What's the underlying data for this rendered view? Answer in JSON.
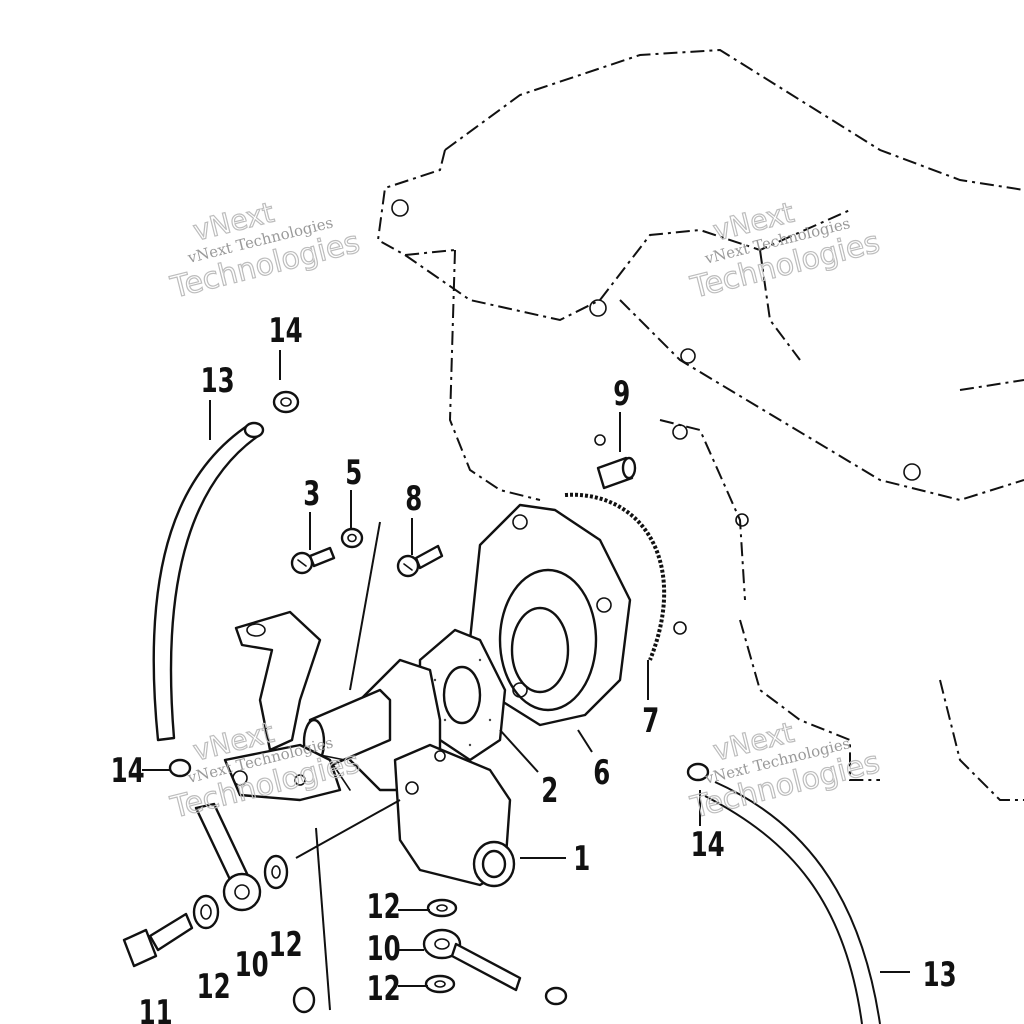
{
  "watermark": {
    "big_line1": "vNext",
    "big_line2": "Technologies",
    "small": "vNext Technologies"
  },
  "callouts": {
    "c1": "1",
    "c2": "2",
    "c3": "3",
    "c5": "5",
    "c6": "6",
    "c7": "7",
    "c8": "8",
    "c9": "9",
    "c10a": "10",
    "c10b": "10",
    "c11": "11",
    "c12a": "12",
    "c12b": "12",
    "c12c": "12",
    "c12d": "12",
    "c13a": "13",
    "c13b": "13",
    "c14a": "14",
    "c14b": "14",
    "c14c": "14"
  },
  "colors": {
    "ink": "#111111",
    "watermark": "#bdbdbd",
    "background": "#ffffff"
  }
}
